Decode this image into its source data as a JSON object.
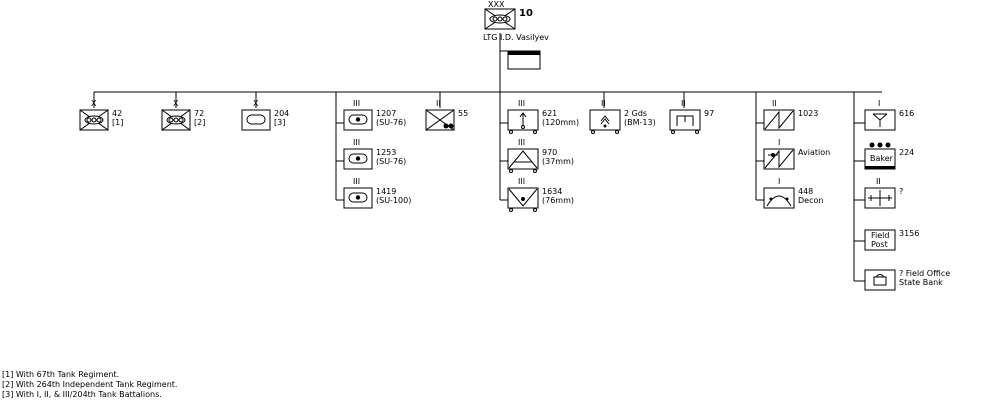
{
  "hq": {
    "echelon_mark": "XXX",
    "designation": "10",
    "commander": "LTG I.D. Vasilyev"
  },
  "units": [
    {
      "id": "u42",
      "echelon_mark": "X",
      "designation": "42",
      "note": "[1]",
      "symbol": "tank-cross-icon"
    },
    {
      "id": "u72",
      "echelon_mark": "X",
      "designation": "72",
      "note": "[2]",
      "symbol": "tank-cross-icon"
    },
    {
      "id": "u204",
      "echelon_mark": "X",
      "designation": "204",
      "note": "[3]",
      "symbol": "armor-oval-icon"
    },
    {
      "id": "u1207",
      "echelon_mark": "III",
      "designation": "1207",
      "note": "(SU-76)",
      "symbol": "self-propelled-gun-icon"
    },
    {
      "id": "u1253",
      "echelon_mark": "III",
      "designation": "1253",
      "note": "(SU-76)",
      "symbol": "self-propelled-gun-icon"
    },
    {
      "id": "u1419",
      "echelon_mark": "III",
      "designation": "1419",
      "note": "(SU-100)",
      "symbol": "self-propelled-gun-icon"
    },
    {
      "id": "u55",
      "echelon_mark": "II",
      "designation": "55",
      "note": "",
      "symbol": "motorcycle-infantry-icon"
    },
    {
      "id": "u621",
      "echelon_mark": "III",
      "designation": "621",
      "note": "(120mm)",
      "symbol": "mortar-icon"
    },
    {
      "id": "u970",
      "echelon_mark": "III",
      "designation": "970",
      "note": "(37mm)",
      "symbol": "anti-aircraft-icon"
    },
    {
      "id": "u1634",
      "echelon_mark": "III",
      "designation": "1634",
      "note": "(76mm)",
      "symbol": "anti-tank-icon"
    },
    {
      "id": "u2gds",
      "echelon_mark": "II",
      "designation": "2 Gds",
      "note": "(BM-13)",
      "symbol": "rocket-launcher-icon"
    },
    {
      "id": "u97",
      "echelon_mark": "II",
      "designation": "97",
      "note": "",
      "symbol": "engineer-icon"
    },
    {
      "id": "u1023",
      "echelon_mark": "II",
      "designation": "1023",
      "note": "",
      "symbol": "signal-icon"
    },
    {
      "id": "uavn",
      "echelon_mark": "I",
      "designation": "Aviation",
      "note": "",
      "symbol": "aviation-signal-icon"
    },
    {
      "id": "u448",
      "echelon_mark": "I",
      "designation": "448",
      "note": "Decon",
      "symbol": "chemical-decon-icon"
    },
    {
      "id": "u616",
      "echelon_mark": "I",
      "designation": "616",
      "note": "",
      "symbol": "medical-icon"
    },
    {
      "id": "u224",
      "echelon_mark": "",
      "designation": "224",
      "note": "",
      "symbol": "bakery-icon",
      "inner_text": "Baker"
    },
    {
      "id": "uq",
      "echelon_mark": "II",
      "designation": "?",
      "note": "",
      "symbol": "maintenance-icon"
    },
    {
      "id": "u3156",
      "echelon_mark": "",
      "designation": "3156",
      "note": "",
      "symbol": "field-post-icon",
      "inner_text": "Field Post"
    },
    {
      "id": "ufo",
      "echelon_mark": "",
      "designation": "? Field Office",
      "note": "State Bank",
      "symbol": "bank-icon"
    }
  ],
  "notes": [
    "[1] With 67th Tank Regiment.",
    "[2] With 264th Independent Tank Regiment.",
    "[3] With I, II, & III/204th  Tank Battalions."
  ]
}
